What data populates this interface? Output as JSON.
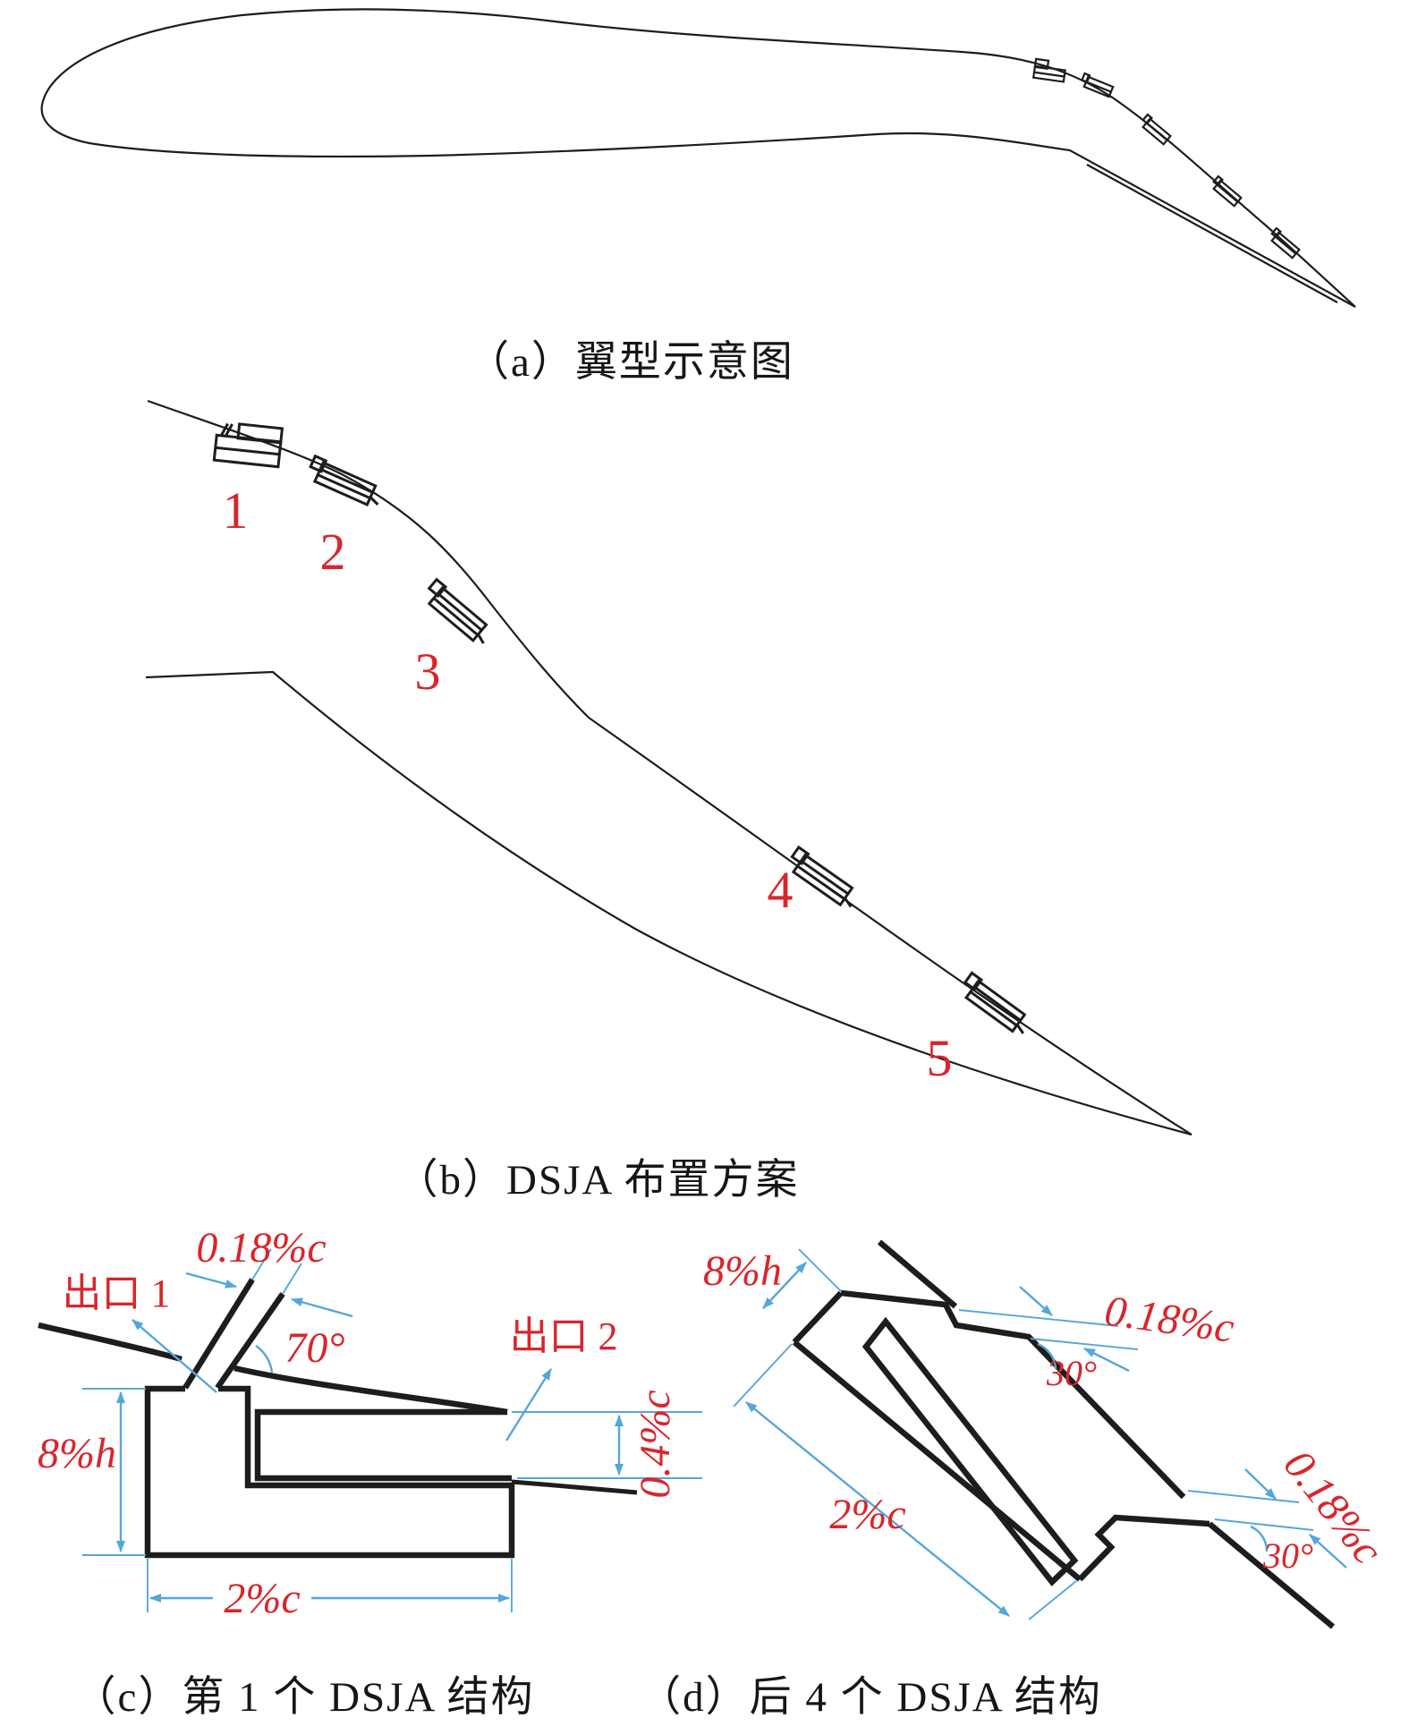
{
  "colors": {
    "line": "#1d1d1d",
    "caption_black": "#161616",
    "dimension_blue": "#55a7db",
    "label_red": "#d8262c"
  },
  "panel_a": {
    "caption": "（a）翼型示意图"
  },
  "panel_b": {
    "caption": "（b）DSJA 布置方案",
    "markers": [
      {
        "label": "1"
      },
      {
        "label": "2"
      },
      {
        "label": "3"
      },
      {
        "label": "4"
      },
      {
        "label": "5"
      }
    ]
  },
  "panel_c": {
    "caption": "（c）第 1 个 DSJA 结构",
    "labels": {
      "slot_width": "0.18%c",
      "slot_angle": "70°",
      "outlet1": "出口 1",
      "outlet2": "出口 2",
      "cavity_height": "8%h",
      "channel_height": "0.4%c",
      "cavity_width": "2%c"
    }
  },
  "panel_d": {
    "caption": "（d）后 4 个 DSJA 结构",
    "labels": {
      "cavity_height": "8%h",
      "upper_slot_width": "0.18%c",
      "upper_slot_angle": "30°",
      "cavity_width": "2%c",
      "lower_slot_width": "0.18%c",
      "lower_slot_angle": "30°"
    }
  }
}
